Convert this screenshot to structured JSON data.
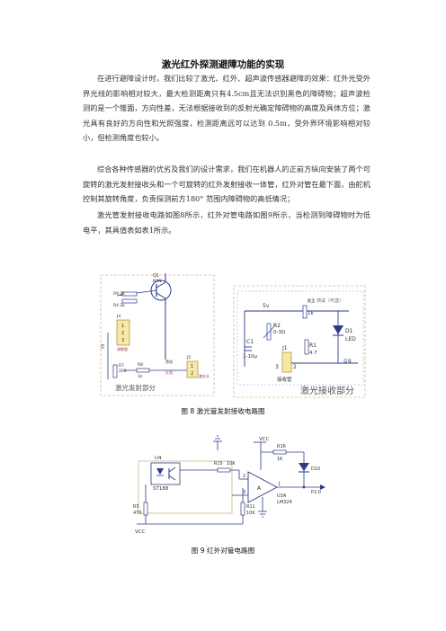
{
  "title": "激光红外探测避障功能的实现",
  "paragraphs": [
    "在进行避障设计时，我们比较了激光、红外、超声波传感器避障的效果：红外光受外界光线的影响相对较大，最大检测距离只有4.5cm且无法识别黑色的障碍物；超声波检测的是一个锥面，方向性差，无法根据接收到的反射光确定障碍物的高度及具体方位；激光具有良好的方向性和光照强度，检测距离远可以达到 0.5m，受外界环境影响相对较小，但检测角度也较小。",
    "综合各种传感器的优劣及我们的设计需求，我们在机器人的正前方纵向安装了两个可旋转的激光发射接收头和一个可旋转的红外发射接收一体管，红外对管在最下面，由舵机控制其旋转角度，负责探测前方180° 范围内障碍物的高低情况；",
    "激光管发射接收电路如图8所示，红外对管电路如图9所示，当检测到障碍物时为低电平，其具值表如表1所示。"
  ],
  "figure8": {
    "caption": "图 8  激光管发射接收电路图",
    "left": {
      "q_label": "Q1",
      "q_type": "NPN",
      "r_top1": "R9  2k",
      "r_top2": "R4  2k",
      "j4": "J4",
      "pins": [
        "1",
        "2",
        "3"
      ],
      "conn_label": "调制管",
      "r7": "R7",
      "r7_val": "200",
      "r8": "R8",
      "r8_val": "1k",
      "j5": "J5",
      "j5_pins": [
        "1",
        "2"
      ],
      "wire_black": "黑线",
      "wire_red": "红线",
      "laser_head": "激光头",
      "v_label": "5V",
      "section": "激光发射部分"
    },
    "right": {
      "v_label": "5v",
      "r3": "R3",
      "r3_val": "1k",
      "note": "测试（可选）",
      "r2": "R2",
      "r2_val": "0-3Ω",
      "c1": "C1",
      "c1_val": "1-10μ",
      "j1": "J1",
      "pin3": "3",
      "pin2": "2",
      "r1": "R1",
      "r1_val": "4.7",
      "d1": "D1",
      "led": "LED",
      "sig": "信号",
      "conn_label": "接收管",
      "section": "激光接收部分"
    }
  },
  "figure9": {
    "caption": "图 9  红外对管电路图",
    "vcc_top": "VCC",
    "r15": "R15",
    "r15_val": "10K",
    "r16": "R16",
    "r16_val": "1K",
    "d10": "D10",
    "u4": "U4",
    "st188": "ST188",
    "r5": "R5",
    "r5_val": "470",
    "r11": "R11",
    "r11_val": "10K",
    "vcc_bottom": "VCC",
    "pin2": "2",
    "pin3": "3",
    "pin1": "1",
    "opamp": "A",
    "u3a": "U3A",
    "lm324": "LM324",
    "out": "P2.0"
  }
}
